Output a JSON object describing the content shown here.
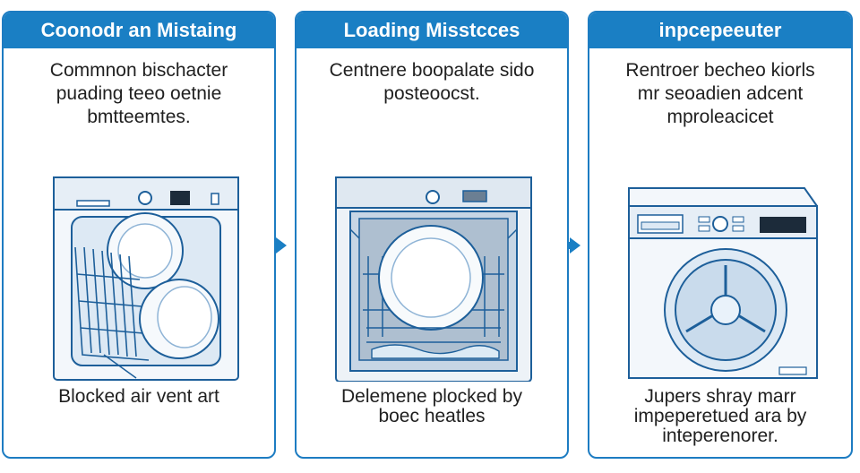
{
  "panels": [
    {
      "title": "Coonodr an Mistaing",
      "desc": [
        "Commnon bischacter",
        "puading teeo oetnie",
        "bmtteemtes."
      ],
      "caption": [
        "Blocked air vent art"
      ],
      "icon": "dishwasher-open-icon"
    },
    {
      "title": "Loading Misstcces",
      "desc": [
        "Centnere boopalate sido",
        "posteoocst."
      ],
      "caption": [
        "Delemene plocked by",
        "boec heatles"
      ],
      "icon": "dishwasher-loaded-icon"
    },
    {
      "title": "inpcepeeuter",
      "desc": [
        "Rentroer becheo kiorls",
        "mr seoadien adcent",
        "mproleacicet"
      ],
      "caption": [
        "Jupers shray marr",
        "impeperetued ara by",
        "inteperenorer."
      ],
      "icon": "washing-machine-icon"
    }
  ],
  "colors": {
    "accent": "#1a7fc4",
    "line": "#1d5f9a",
    "fill": "#e9f2fa"
  }
}
